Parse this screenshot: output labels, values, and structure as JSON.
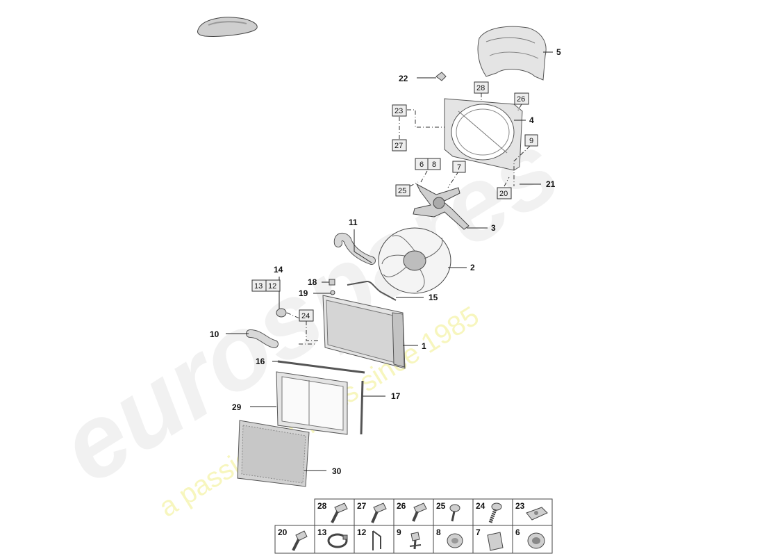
{
  "watermark": {
    "brand": "eurospares",
    "tagline": "a passion for parts since 1985"
  },
  "callouts": [
    {
      "id": "c1",
      "label": "1"
    },
    {
      "id": "c2",
      "label": "2"
    },
    {
      "id": "c3",
      "label": "3"
    },
    {
      "id": "c4",
      "label": "4"
    },
    {
      "id": "c5",
      "label": "5"
    },
    {
      "id": "c10",
      "label": "10"
    },
    {
      "id": "c11",
      "label": "11"
    },
    {
      "id": "c14",
      "label": "14"
    },
    {
      "id": "c15",
      "label": "15"
    },
    {
      "id": "c16",
      "label": "16"
    },
    {
      "id": "c17",
      "label": "17"
    },
    {
      "id": "c18",
      "label": "18"
    },
    {
      "id": "c19",
      "label": "19"
    },
    {
      "id": "c21",
      "label": "21"
    },
    {
      "id": "c22",
      "label": "22"
    },
    {
      "id": "c29",
      "label": "29"
    },
    {
      "id": "c30",
      "label": "30"
    }
  ],
  "boxed_refs": [
    {
      "id": "b28",
      "label": "28"
    },
    {
      "id": "b26",
      "label": "26"
    },
    {
      "id": "b23",
      "label": "23"
    },
    {
      "id": "b27",
      "label": "27"
    },
    {
      "id": "b9",
      "label": "9"
    },
    {
      "id": "b6",
      "label": "6"
    },
    {
      "id": "b8",
      "label": "8"
    },
    {
      "id": "b7",
      "label": "7"
    },
    {
      "id": "b25",
      "label": "25"
    },
    {
      "id": "b20",
      "label": "20"
    },
    {
      "id": "b13",
      "label": "13"
    },
    {
      "id": "b12",
      "label": "12"
    },
    {
      "id": "b24",
      "label": "24"
    }
  ],
  "legend": {
    "row1": [
      "28",
      "27",
      "26",
      "25",
      "24",
      "23"
    ],
    "row2": [
      "20",
      "13",
      "12",
      "9",
      "8",
      "7",
      "6"
    ]
  }
}
